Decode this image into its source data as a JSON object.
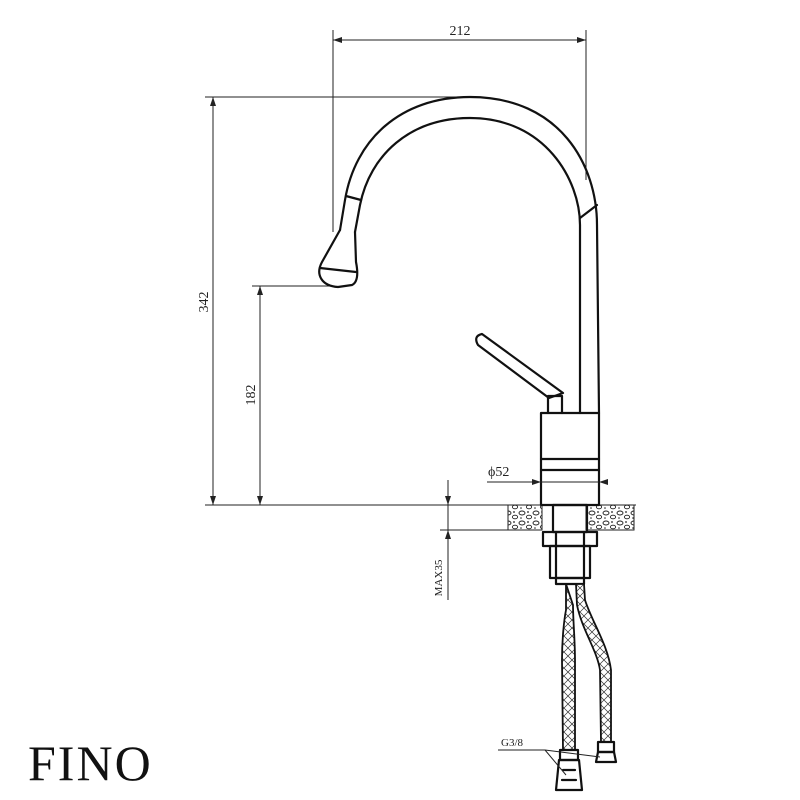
{
  "brand": {
    "name": "FINO"
  },
  "dimensions": {
    "width": "212",
    "total_height": "342",
    "spout_height": "182",
    "base_diameter": "ϕ52",
    "max_counter": "MAX35",
    "thread": "G3/8"
  },
  "colors": {
    "line": "#111111",
    "background": "#ffffff"
  }
}
